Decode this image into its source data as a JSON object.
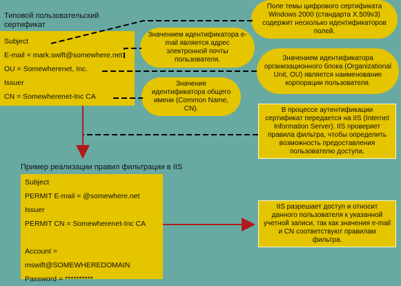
{
  "labels": {
    "cert_title": "Типовой пользовательский сертификат",
    "filter_title": "Пример реализации правил фильтрации в IIS"
  },
  "certificate": {
    "lines": [
      "Subject",
      "E-mail = mark.swift@somewhere.net",
      "OU = Somewherenet, Inc.",
      "Issuer",
      "CN = Somewherenet-Inc CA"
    ]
  },
  "filter": {
    "lines": [
      "Subject",
      "PERMIT E-mail = @somewhere.net",
      "Issuer",
      "PERMIT CN = Somewherenet-Inc CA",
      "",
      "Account =",
      "mswift@SOMEWHEREDOMAIN",
      "Password = **********"
    ]
  },
  "callouts": {
    "subject_field": "Поле темы цифрового сертификата Windows 2000 (стандарта X.509v3) содержит несколько идентификаторов полей.",
    "email_value": "Значением идентификатора e-mail является адрес электронной почты пользователя.",
    "ou_value": "Значением идентификатора организационного блока (Organizational Unit, OU) является наименование корпорации пользователя.",
    "cn_value": "Значение идентификатора общего имени (Common Name, CN).",
    "iis_auth": "В процессе аутентификации сертификат передается на IIS (Internet Information Server). IIS проверяет правила фильтра, чтобы определить возможность предоставления пользователю доступа.",
    "iis_grant": "IIS разрешает доступ и относит данного пользователя к указанной учетной записи, так как значения e-mail и CN соответствуют правилам фильтра."
  },
  "colors": {
    "background": "#68aaa2",
    "box": "#e5c400",
    "arrow": "#b01c1c",
    "connector": "#000000"
  }
}
